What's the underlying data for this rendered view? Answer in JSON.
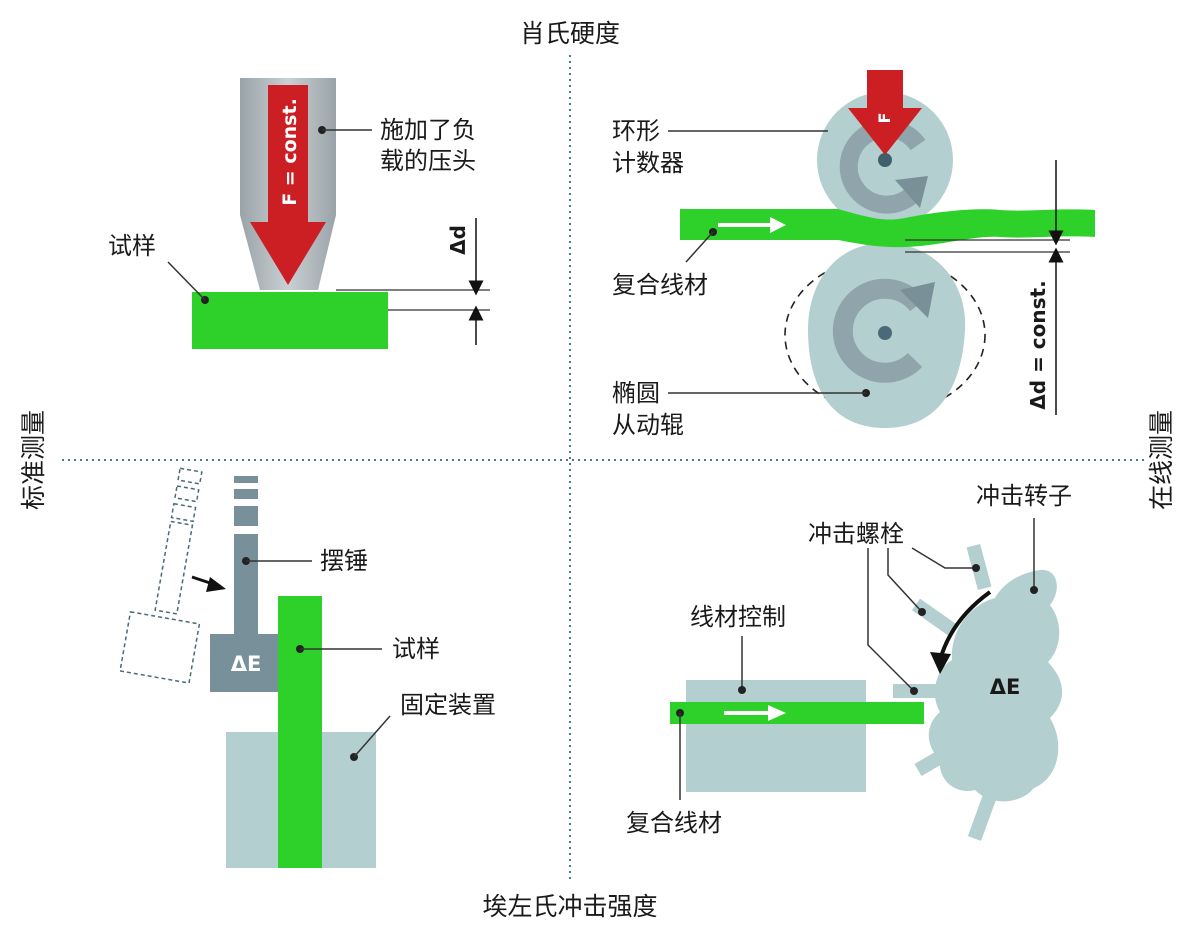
{
  "headings": {
    "top": "肖氏硬度",
    "bottom": "埃左氏冲击强度",
    "left": "标准测量",
    "right": "在线测量"
  },
  "shore": {
    "indenter_label_line1": "施加了负",
    "indenter_label_line2": "载的压头",
    "specimen_label": "试样",
    "force_label": "F = const.",
    "delta_label": "Δd"
  },
  "online_hardness": {
    "roller_label_line1": "环形",
    "roller_label_line2": "计数器",
    "wire_label": "复合线材",
    "ellipse_label_line1": "椭圆",
    "ellipse_label_line2": "从动辊",
    "force_label": "F",
    "delta_label": "Δd = const."
  },
  "izod": {
    "pendulum_label": "摆锤",
    "specimen_label": "试样",
    "fixture_label": "固定装置",
    "energy_label": "ΔE"
  },
  "online_impact": {
    "rotor_label": "冲击转子",
    "bolt_label": "冲击螺栓",
    "control_label": "线材控制",
    "wire_label": "复合线材",
    "energy_label": "ΔE"
  },
  "colors": {
    "green": "#2ed12a",
    "red": "#cc1f24",
    "gray_body": "#aab3b8",
    "steel": "#78909a",
    "light_teal": "#b4cfcf",
    "divider": "#4a7a8a"
  }
}
